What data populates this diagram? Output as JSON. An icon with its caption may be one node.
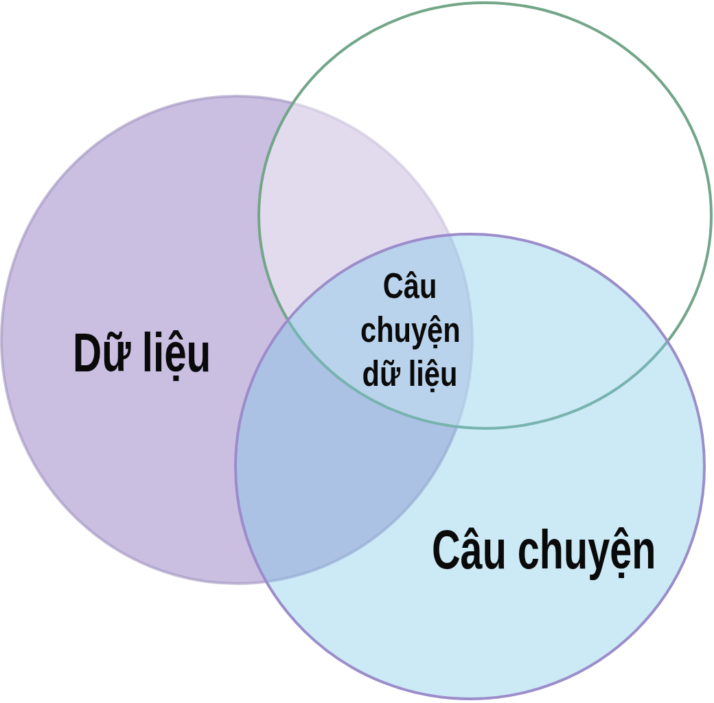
{
  "diagram": {
    "nodes": [
      {
        "text": [
          "Dữ liệu"
        ]
      },
      {
        "text": [],
        "shape": "circle"
      },
      {
        "text": [
          "Câu chuyện"
        ]
      }
    ],
    "labels": [
      "Câu chuyện dữ liệu"
    ]
  }
}
